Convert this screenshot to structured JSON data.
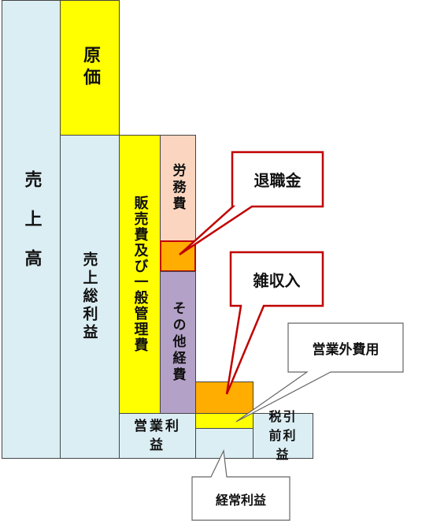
{
  "diagram": {
    "sales_label": "売上高",
    "cost_label": "原価",
    "gross_profit_label": "売上総利益",
    "sga_label": "販売費及び一般管理費",
    "labor_label": "労務費",
    "other_expenses_label": "その他経費",
    "operating_profit_label": "営業利益",
    "pretax_profit_label": "税引前利益",
    "ordinary_profit_label": "経常利益",
    "retirement_label": "退職金",
    "misc_income_label": "雑収入",
    "nonop_expense_label": "営業外費用"
  },
  "colors": {
    "sales": "#dbeef4",
    "cost": "#ffff00",
    "labor": "#fbd5bf",
    "other_expenses": "#b4a1c8",
    "highlight": "#ffad00",
    "callout_red": "#c00000"
  }
}
